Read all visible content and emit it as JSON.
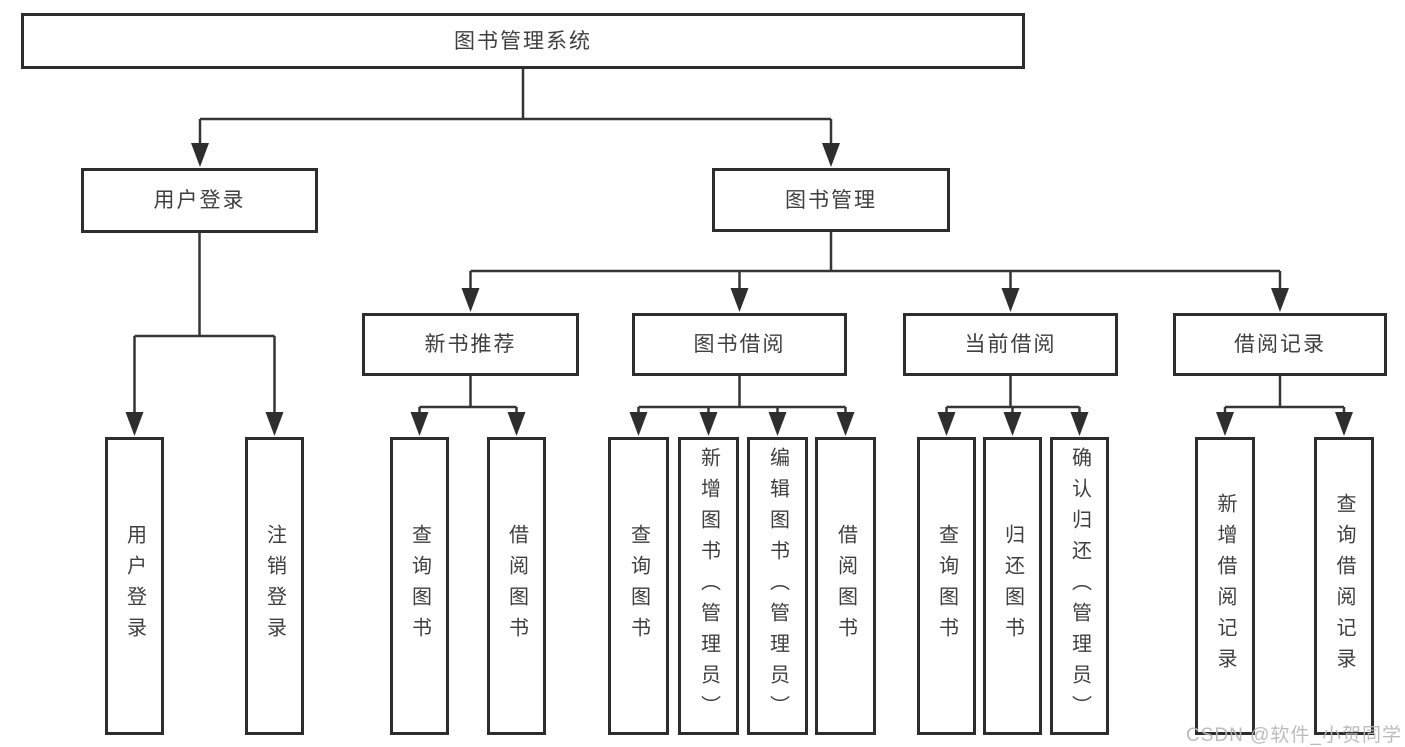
{
  "diagram_title": "图书管理系统",
  "nodes": {
    "root": "图书管理系统",
    "user_login_group": "用户登录",
    "book_mgmt": "图书管理",
    "new_book_rec": "新书推荐",
    "book_borrow": "图书借阅",
    "current_borrow": "当前借阅",
    "borrow_records": "借阅记录",
    "user_login": "用户登录",
    "logout": "注销登录",
    "query_books_rec": "查询图书",
    "borrow_books_rec": "借阅图书",
    "query_books_borrow": "查询图书",
    "add_books_admin": "新增图书（管理员）",
    "edit_books_admin": "编辑图书（管理员）",
    "borrow_books": "借阅图书",
    "query_books_current": "查询图书",
    "return_books": "归还图书",
    "confirm_return_admin": "确认归还（管理员）",
    "add_borrow_record": "新增借阅记录",
    "query_borrow_record": "查询借阅记录"
  },
  "hierarchy": {
    "图书管理系统": {
      "用户登录": [
        "用户登录",
        "注销登录"
      ],
      "图书管理": {
        "新书推荐": [
          "查询图书",
          "借阅图书"
        ],
        "图书借阅": [
          "查询图书",
          "新增图书（管理员）",
          "编辑图书（管理员）",
          "借阅图书"
        ],
        "当前借阅": [
          "查询图书",
          "归还图书",
          "确认归还（管理员）"
        ],
        "借阅记录": [
          "新增借阅记录",
          "查询借阅记录"
        ]
      }
    }
  },
  "watermark": "CSDN @软件_小贺同学",
  "colors": {
    "background": "#ffffff",
    "box_border": "#2d2d2d",
    "line": "#353535",
    "text": "#3f3f3f",
    "watermark": "#b8b8b8"
  }
}
